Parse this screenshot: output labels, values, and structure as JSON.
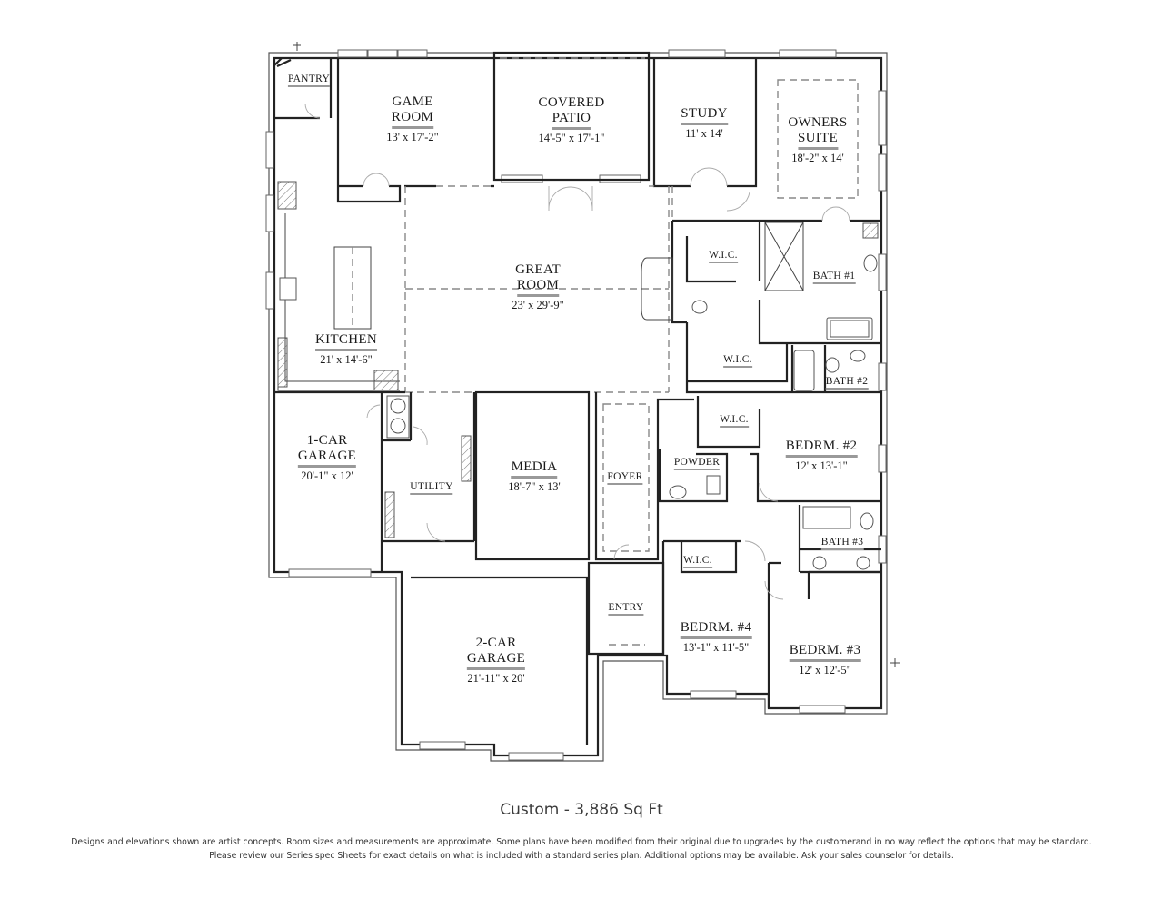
{
  "plan": {
    "title": "Custom - 3,886 Sq Ft",
    "disclaimer": [
      "Designs and elevations shown are artist concepts. Room sizes and measurements are approximate. Some plans have been modified from their original due to upgrades by the customerand in no way reflect the options that may be standard.",
      "Please review our Series spec Sheets for exact details on what is included with a standard series plan. Additional options may be available. Ask your sales counselor for details."
    ],
    "colors": {
      "wall": "#222222",
      "label_underline": "#999999",
      "dashed": "#888888",
      "text": "#1a1a1a"
    }
  },
  "rooms": {
    "pantry": {
      "name": "PANTRY"
    },
    "game_room": {
      "name1": "GAME",
      "name2": "ROOM",
      "dim": "13' x 17'-2\""
    },
    "covered_patio": {
      "name1": "COVERED",
      "name2": "PATIO",
      "dim": "14'-5\" x 17'-1\""
    },
    "study": {
      "name": "STUDY",
      "dim": "11' x 14'"
    },
    "owners_suite": {
      "name1": "OWNERS",
      "name2": "SUITE",
      "dim": "18'-2\" x 14'"
    },
    "great_room": {
      "name1": "GREAT",
      "name2": "ROOM",
      "dim": "23' x 29'-9\""
    },
    "kitchen": {
      "name": "KITCHEN",
      "dim": "21' x 14'-6\""
    },
    "wic_owners_1": {
      "name": "W.I.C."
    },
    "wic_owners_2": {
      "name": "W.I.C."
    },
    "bath1": {
      "name": "BATH #1"
    },
    "bath2": {
      "name": "BATH #2"
    },
    "garage1": {
      "name1": "1-CAR",
      "name2": "GARAGE",
      "dim": "20'-1\" x 12'"
    },
    "utility": {
      "name": "UTILITY"
    },
    "media": {
      "name": "MEDIA",
      "dim": "18'-7\" x 13'"
    },
    "foyer": {
      "name": "FOYER"
    },
    "powder": {
      "name": "POWDER"
    },
    "wic_bed2": {
      "name": "W.I.C."
    },
    "bedroom2": {
      "name": "BEDRM. #2",
      "dim": "12' x 13'-1\""
    },
    "bath3": {
      "name": "BATH #3"
    },
    "wic_bed4": {
      "name": "W.I.C."
    },
    "entry": {
      "name": "ENTRY"
    },
    "bedroom4": {
      "name": "BEDRM. #4",
      "dim": "13'-1\" x 11'-5\""
    },
    "bedroom3": {
      "name": "BEDRM. #3",
      "dim": "12' x 12'-5\""
    },
    "garage2": {
      "name1": "2-CAR",
      "name2": "GARAGE",
      "dim": "21'-11\" x 20'"
    }
  }
}
